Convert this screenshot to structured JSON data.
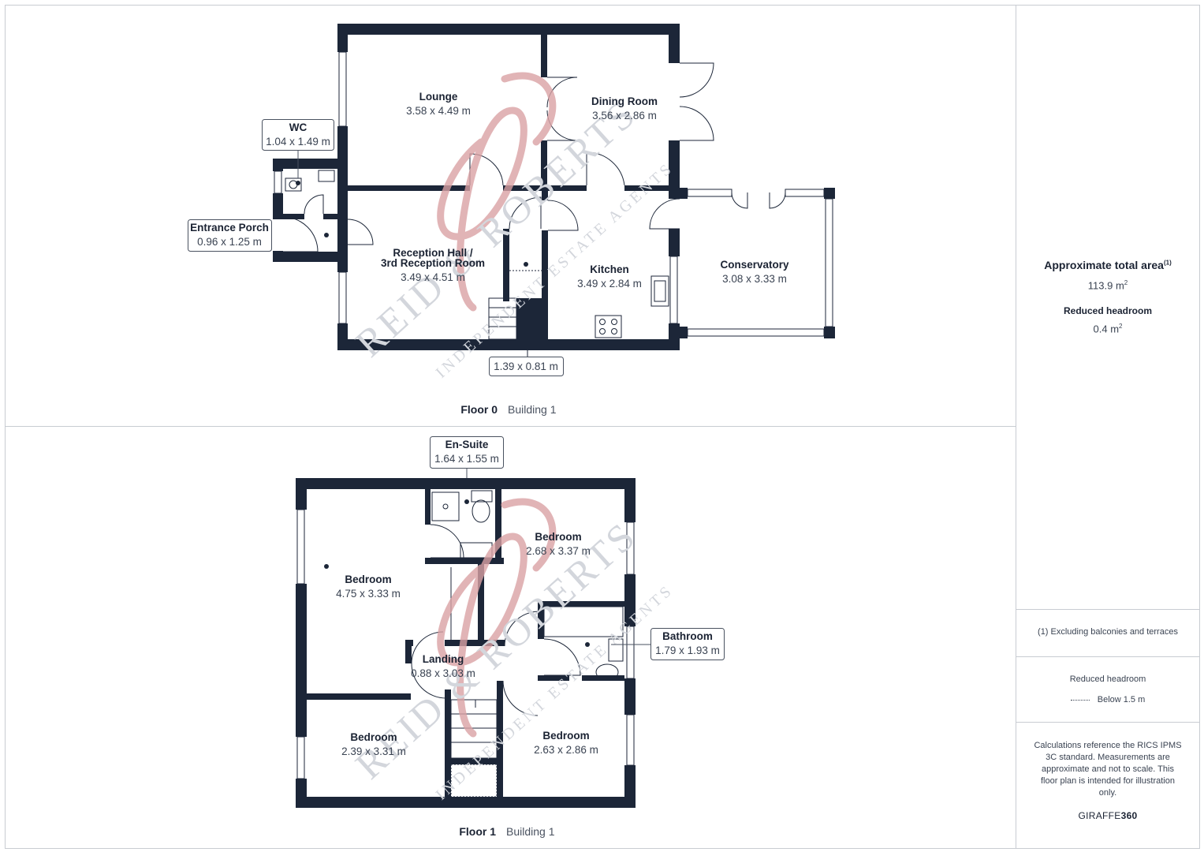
{
  "floors": [
    {
      "floor_label": "Floor 0",
      "building_label": "Building 1",
      "rooms": [
        {
          "name": "Lounge",
          "dims": "3.58 x 4.49 m"
        },
        {
          "name": "Dining Room",
          "dims": "3.56 x 2.86 m"
        },
        {
          "name": "WC",
          "dims": "1.04 x 1.49 m"
        },
        {
          "name": "Entrance Porch",
          "dims": "0.96 x 1.25 m"
        },
        {
          "name": "Reception Hall /",
          "name2": "3rd Reception Room",
          "dims": "3.49 x 4.51 m"
        },
        {
          "name": "Kitchen",
          "dims": "3.49 x 2.84 m"
        },
        {
          "name": "Conservatory",
          "dims": "3.08 x 3.33 m"
        },
        {
          "name": "",
          "dims": "1.39 x 0.81 m"
        }
      ]
    },
    {
      "floor_label": "Floor 1",
      "building_label": "Building 1",
      "rooms": [
        {
          "name": "En-Suite",
          "dims": "1.64 x 1.55 m"
        },
        {
          "name": "Bedroom",
          "dims": "2.68 x 3.37 m"
        },
        {
          "name": "Bedroom",
          "dims": "4.75 x 3.33 m"
        },
        {
          "name": "Landing",
          "dims": "0.88 x 3.03 m"
        },
        {
          "name": "Bathroom",
          "dims": "1.79 x 1.93 m"
        },
        {
          "name": "Bedroom",
          "dims": "2.39 x 3.31 m"
        },
        {
          "name": "Bedroom",
          "dims": "2.63 x 2.86 m"
        }
      ]
    }
  ],
  "sidebar": {
    "total_area_title": "Approximate total area",
    "total_area_mark": "(1)",
    "total_area_value": "113.9 m",
    "reduced_headroom_title": "Reduced headroom",
    "reduced_headroom_value": "0.4 m",
    "area_unit_exponent": "2",
    "footnote": "(1) Excluding balconies and terraces",
    "legend_title": "Reduced headroom",
    "legend_item": "Below 1.5 m",
    "calculations_note": "Calculations reference the RICS IPMS 3C standard. Measurements are approximate and not to scale. This floor plan is intended for illustration only.",
    "brand_light": "GIRAFFE",
    "brand_bold": "360"
  },
  "watermark": {
    "main": "REID & ROBERTS",
    "sub": "INDEPENDENT ESTATE AGENTS"
  },
  "colors": {
    "wall": "#1c2638",
    "frame": "#c8ccd2",
    "watermark_logo": "#d9a1a4",
    "watermark_text": "#d3d6dc"
  }
}
